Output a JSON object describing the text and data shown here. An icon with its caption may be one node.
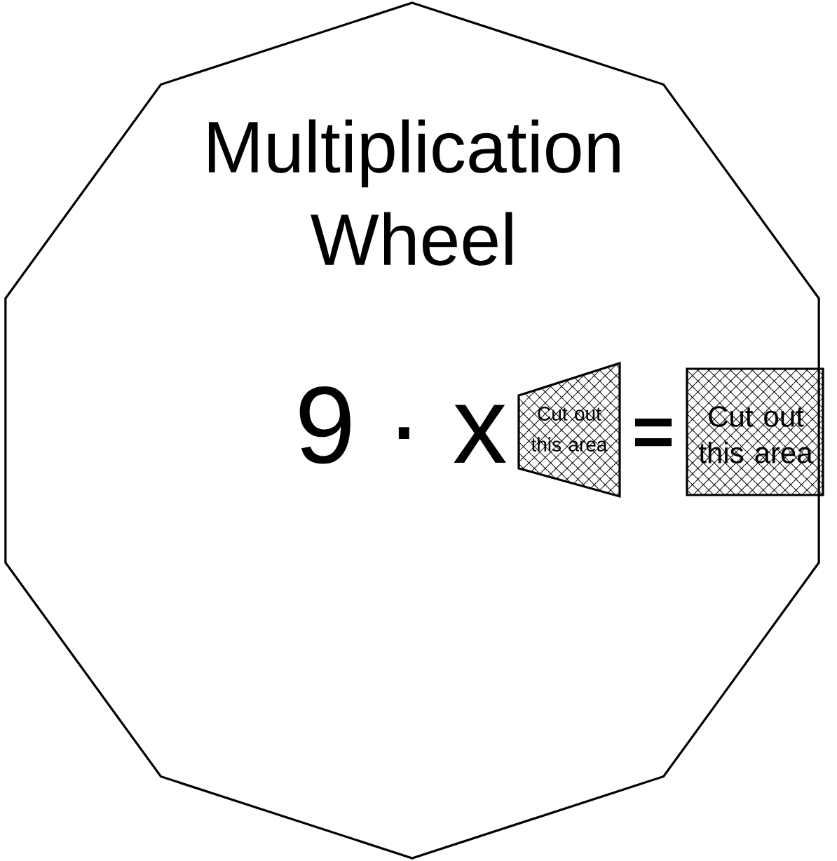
{
  "diagram": {
    "title": "Multiplication Wheel",
    "nodes": [
      {
        "text": [],
        "shape": "decagon"
      },
      {
        "text": [
          "Cut out this area"
        ],
        "in": 0
      },
      {
        "text": [
          "Cut out this area"
        ],
        "in": 0
      }
    ],
    "labels": [
      "9 · x",
      "="
    ]
  }
}
